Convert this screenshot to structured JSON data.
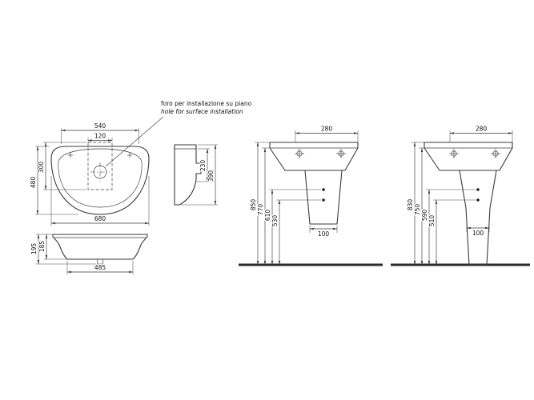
{
  "annotation": {
    "line1": "foro per installazione su piano",
    "line2": "hole for surface installation"
  },
  "plan_view": {
    "d540": "540",
    "d120": "120",
    "d480": "480",
    "d300": "300",
    "d680": "680"
  },
  "front_view": {
    "d195": "195",
    "d185": "185",
    "d485": "485"
  },
  "profile_view": {
    "d230": "230",
    "d390": "390"
  },
  "half_pedestal_view": {
    "d280": "280",
    "d850": "850",
    "d770": "770",
    "d610": "610",
    "d530": "530",
    "d100": "100"
  },
  "full_pedestal_view": {
    "d280": "280",
    "d830": "830",
    "d750": "750",
    "d590": "590",
    "d510": "510",
    "d100": "100"
  },
  "colors": {
    "line": "#3a3a3a",
    "floor": "#2b2b2b",
    "background": "#ffffff"
  }
}
